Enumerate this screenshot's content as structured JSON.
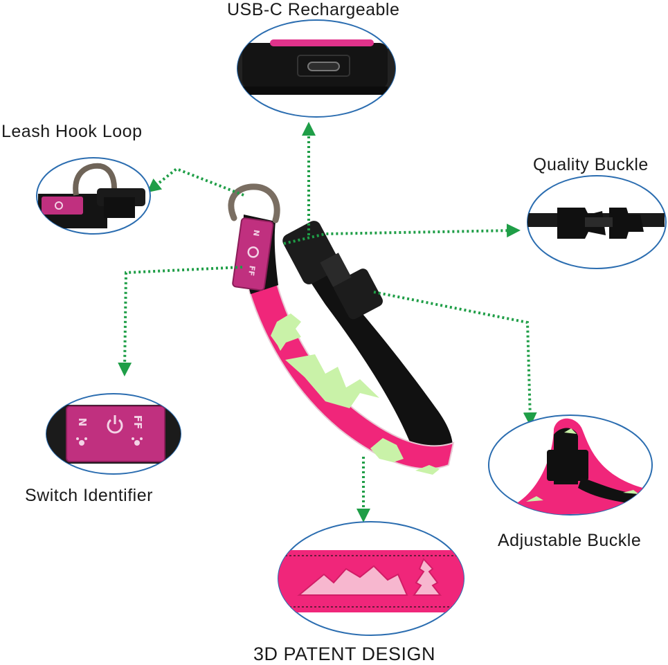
{
  "labels": {
    "usb_c": "USB-C Rechargeable",
    "leash_hook": "Leash Hook Loop",
    "quality_buckle": "Quality Buckle",
    "switch_identifier": "Switch Identifier",
    "adjustable_buckle": "Adjustable Buckle",
    "patent_design": "3D PATENT DESIGN"
  },
  "badge": {
    "on_text": "N",
    "off_text": "FF"
  },
  "colors": {
    "collar_pink": "#f0267a",
    "glow_green": "#c9f2a8",
    "strap_black": "#111111",
    "badge_magenta": "#c0307f",
    "ring_metal": "#7a6e62",
    "callout_ellipse": "#2b6db0",
    "connector_arrow": "#1f9e47"
  },
  "icons": [
    "power-icon",
    "paw-icon",
    "usb-c-port-icon",
    "d-ring-icon",
    "buckle-icon",
    "tree-icon",
    "mountain-icon"
  ]
}
